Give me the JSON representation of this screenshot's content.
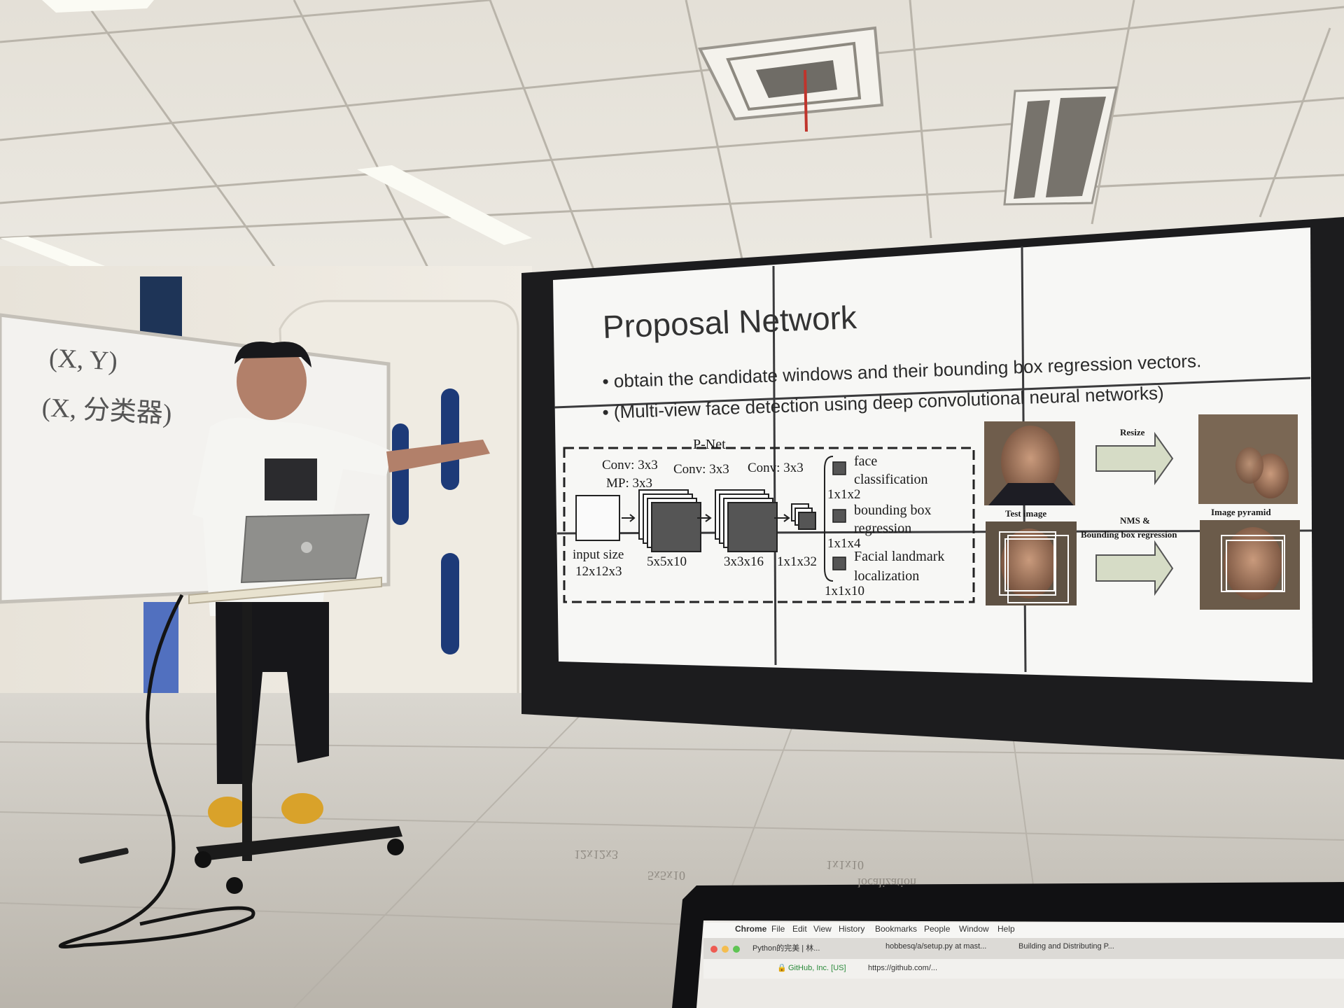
{
  "whiteboard": {
    "line1": "(X, Y)",
    "line2": "(X, 分类器)"
  },
  "slide": {
    "title": "Proposal Network",
    "bullet1": "obtain the candidate windows and their bounding box regression vectors.",
    "bullet2": "(Multi-view face detection using deep convolutional neural networks)",
    "diagram": {
      "pnet_label": "P-Net",
      "conv1": "Conv: 3x3",
      "mp": "MP: 3x3",
      "conv2": "Conv: 3x3",
      "conv3": "Conv: 3x3",
      "input_size": "input size",
      "input_dims": "12x12x3",
      "dim1": "5x5x10",
      "dim2": "3x3x16",
      "dim3": "1x1x32",
      "face_classification_1": "face",
      "face_classification_2": "classification",
      "out1": "1x1x2",
      "bbox_1": "bounding box",
      "bbox_2": "regression",
      "out2": "1x1x4",
      "landmark_1": "Facial landmark",
      "landmark_2": "localization",
      "out3": "1x1x10"
    },
    "pipeline": {
      "resize": "Resize",
      "test_image": "Test image",
      "image_pyramid": "Image pyramid",
      "nms_1": "NMS &",
      "nms_2": "Bounding box regression"
    }
  },
  "laptop_browser": {
    "menu": [
      "Chrome",
      "File",
      "Edit",
      "View",
      "History",
      "Bookmarks",
      "People",
      "Window",
      "Help"
    ],
    "tabs": [
      "Python的完美 | 林...",
      "hobbesq/a/setup.py at mast...",
      "Building and Distributing P..."
    ],
    "address_site": "GitHub, Inc. [US]",
    "address_url": "https://github.com/..."
  },
  "floor_reflection": {
    "text1": "12x12x3",
    "text2": "5x5x10",
    "text3": "1x1x10",
    "text4": "localization"
  },
  "colors": {
    "ceiling": "#e9e6de",
    "screen_frame": "#1c1c1e",
    "slide_bg": "#f7f7f5",
    "floor": "#ccc8c0",
    "arrow_fill": "#d6dcc6"
  }
}
